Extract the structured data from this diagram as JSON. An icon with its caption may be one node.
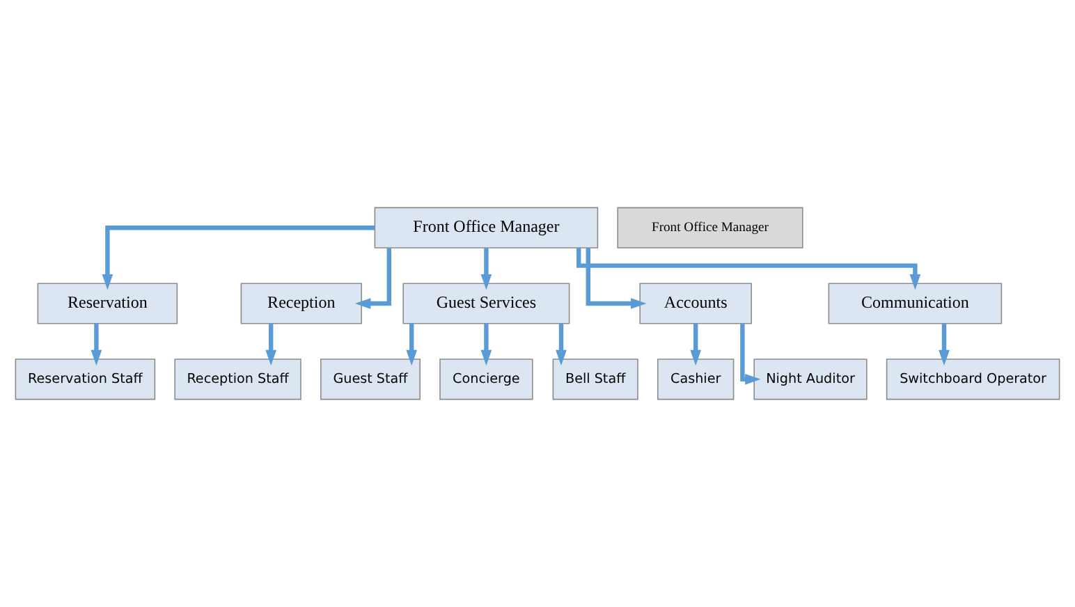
{
  "diagram": {
    "nodes": [
      {
        "text": [
          "Front Office Manager"
        ]
      },
      {
        "text": [
          "Reservation"
        ]
      },
      {
        "text": [
          "Reception"
        ]
      },
      {
        "text": [
          "Guest Services"
        ]
      },
      {
        "text": [
          "Accounts"
        ]
      },
      {
        "text": [
          "Communication"
        ]
      },
      {
        "text": [
          "Reservation Staff"
        ]
      },
      {
        "text": [
          "Reception Staff"
        ]
      },
      {
        "text": [
          "Switchboard Operator"
        ]
      },
      {
        "text": [
          "Cashier"
        ]
      },
      {
        "text": [
          "Night Auditor"
        ]
      },
      {
        "text": [
          "Guest Staff"
        ]
      },
      {
        "text": [
          "Concierge"
        ]
      },
      {
        "text": [
          "Bell Staff"
        ]
      },
      {
        "text": [
          "Front Office Manager"
        ]
      }
    ],
    "edges": [
      {
        "from": 0,
        "to": 1,
        "arrow": "to"
      },
      {
        "from": 0,
        "to": 2,
        "arrow": "to"
      },
      {
        "from": 0,
        "to": 3,
        "arrow": "to"
      },
      {
        "from": 0,
        "to": 4,
        "arrow": "to"
      },
      {
        "from": 0,
        "to": 5,
        "arrow": "to"
      },
      {
        "from": 1,
        "to": 6,
        "arrow": "to"
      },
      {
        "from": 2,
        "to": 7,
        "arrow": "to"
      },
      {
        "from": 5,
        "to": 8,
        "arrow": "to"
      },
      {
        "from": 4,
        "to": 9,
        "arrow": "to"
      },
      {
        "from": 4,
        "to": 10,
        "arrow": "to"
      },
      {
        "from": 3,
        "to": 11,
        "arrow": "to"
      },
      {
        "from": 3,
        "to": 12,
        "arrow": "to"
      },
      {
        "from": 3,
        "to": 13,
        "arrow": "to"
      }
    ]
  }
}
